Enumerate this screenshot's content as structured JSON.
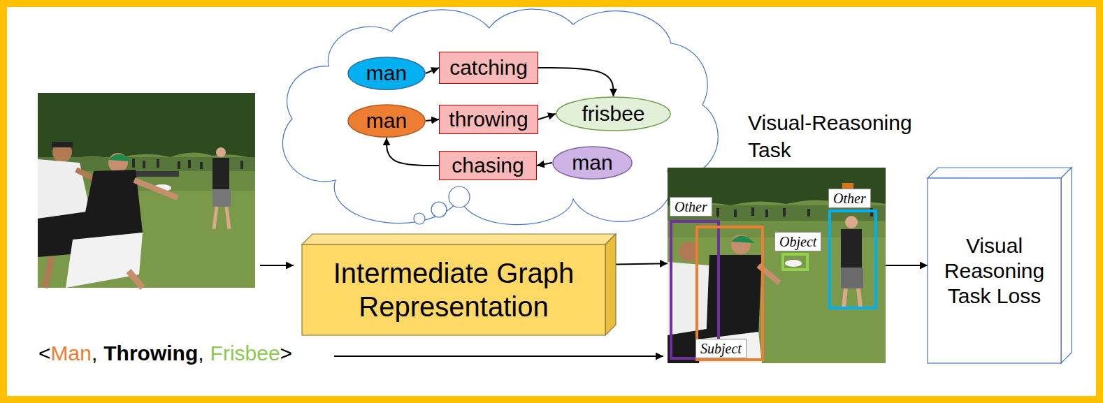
{
  "diagram": {
    "nodes": [
      {
        "text": [
          "man"
        ]
      },
      {
        "text": [
          "catching"
        ]
      },
      {
        "text": [
          "man"
        ]
      },
      {
        "text": [
          "throwing"
        ]
      },
      {
        "text": [
          "frisbee"
        ]
      },
      {
        "text": [
          "chasing"
        ]
      },
      {
        "text": [
          "man"
        ]
      },
      {
        "text": [
          "Intermediate Graph Representation"
        ]
      },
      {
        "text": [
          "Visual-Reasoning Task"
        ]
      },
      {
        "text": [
          "Other"
        ],
        "in": 8
      },
      {
        "text": [
          "Subject"
        ],
        "in": 8
      },
      {
        "text": [
          "Object"
        ],
        "in": 8
      },
      {
        "text": [
          "Other"
        ],
        "in": 8
      },
      {
        "text": [
          "Visual Reasoning Task Loss"
        ]
      }
    ],
    "edges": [
      {
        "from": 0,
        "to": 1,
        "arrow": "to"
      },
      {
        "from": 1,
        "to": 4,
        "arrow": "to"
      },
      {
        "from": 2,
        "to": 3,
        "arrow": "to"
      },
      {
        "from": 3,
        "to": 4,
        "arrow": "to"
      },
      {
        "from": 6,
        "to": 5,
        "arrow": "to"
      },
      {
        "from": 5,
        "to": 2,
        "arrow": "to"
      },
      {
        "from": 7,
        "to": 8,
        "arrow": "to"
      },
      {
        "from": 8,
        "to": 13,
        "arrow": "to"
      }
    ],
    "labels": [
      "<",
      "Man",
      ",",
      "Throwing",
      ",",
      "Frisbee",
      ">"
    ]
  }
}
